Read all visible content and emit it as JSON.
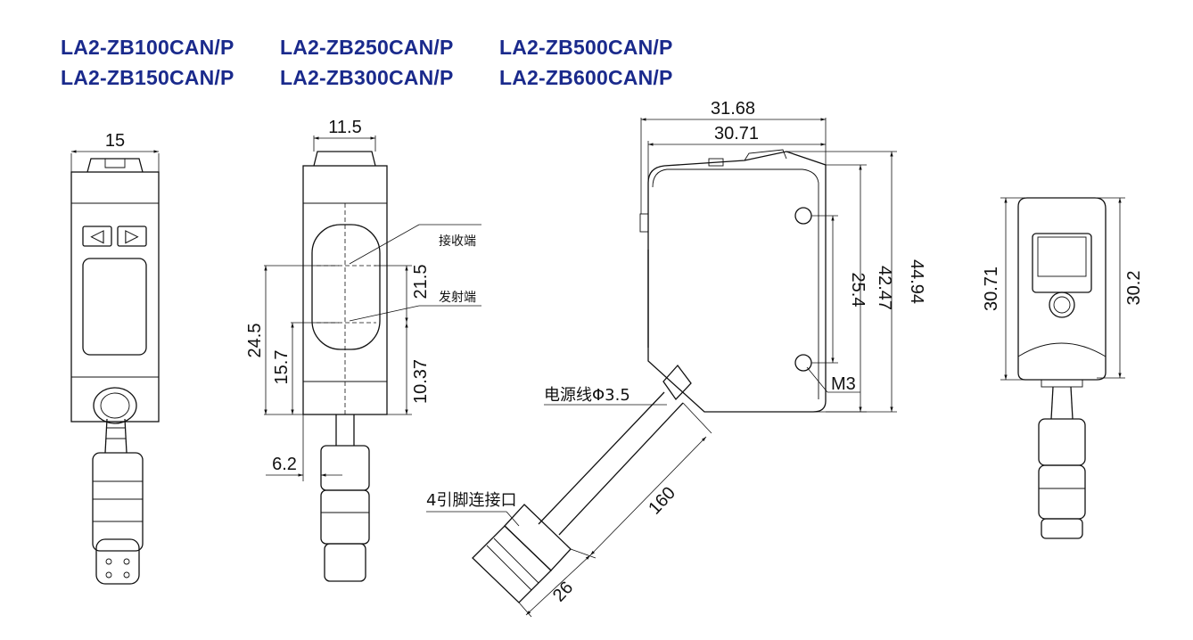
{
  "models": [
    [
      "LA2-ZB100CAN/P",
      "LA2-ZB250CAN/P",
      "LA2-ZB500CAN/P"
    ],
    [
      "LA2-ZB150CAN/P",
      "LA2-ZB300CAN/P",
      "LA2-ZB600CAN/P"
    ]
  ],
  "front_view": {
    "width_dim": "15",
    "left_button": "◁",
    "right_button": "▷"
  },
  "side_view": {
    "width_dim": "11.5",
    "receiver_label": "接收端",
    "emitter_label": "发射端",
    "dim_21_5": "21.5",
    "dim_24_5": "24.5",
    "dim_15_7": "15.7",
    "dim_10_37": "10.37",
    "dim_6_2": "6.2"
  },
  "iso_view": {
    "dim_31_68": "31.68",
    "dim_30_71": "30.71",
    "dim_25_4": "25.4",
    "dim_42_47": "42.47",
    "dim_44_94": "44.94",
    "hole_label": "M3",
    "cable_label": "电源线Φ3.5",
    "connector_label": "4引脚连接口",
    "dim_160": "160",
    "dim_26": "26"
  },
  "back_view": {
    "dim_30_71": "30.71",
    "dim_30_2": "30.2"
  },
  "colors": {
    "model_text": "#1a2a8c",
    "line": "#111111"
  }
}
